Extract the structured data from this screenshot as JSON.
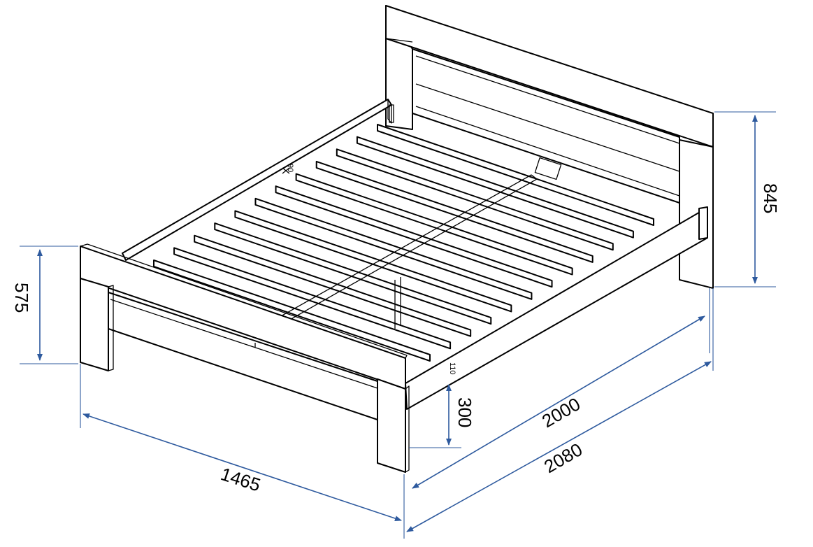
{
  "diagram": {
    "dimensions": {
      "headboard_height": "845",
      "footboard_height": "575",
      "width": "1465",
      "inner_length": "2000",
      "overall_length": "2080",
      "frame_clearance": "300",
      "rail_height": "110",
      "slat_pitch": "90"
    },
    "colors": {
      "line": "#000000",
      "dimension": "#2e5a9e",
      "background": "#ffffff"
    }
  }
}
